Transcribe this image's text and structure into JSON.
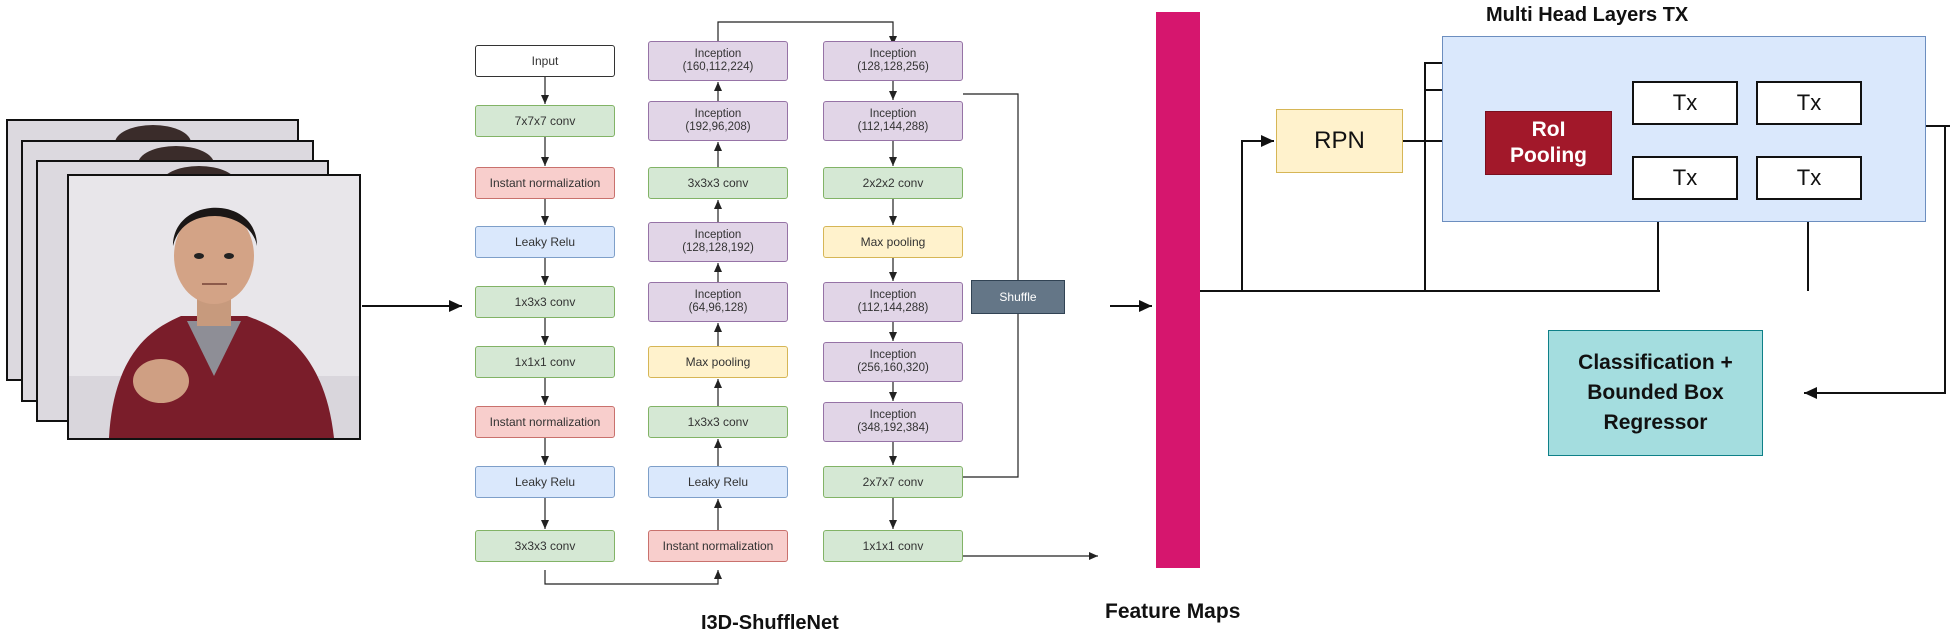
{
  "input_frames": {
    "count": 4,
    "description_icon": "person-video-frame"
  },
  "i3d": {
    "caption": "I3D-ShuffleNet",
    "col1": [
      {
        "label": "Input",
        "color": "white"
      },
      {
        "label": "7x7x7 conv",
        "color": "green"
      },
      {
        "label": "Instant normalization",
        "color": "red"
      },
      {
        "label": "Leaky Relu",
        "color": "blue"
      },
      {
        "label": "1x3x3 conv",
        "color": "green"
      },
      {
        "label": "1x1x1 conv",
        "color": "green"
      },
      {
        "label": "Instant normalization",
        "color": "red"
      },
      {
        "label": "Leaky Relu",
        "color": "blue"
      },
      {
        "label": "3x3x3 conv",
        "color": "green"
      }
    ],
    "col2": [
      {
        "label": "Inception",
        "sub": "(160,112,224)",
        "color": "purple"
      },
      {
        "label": "Inception",
        "sub": "(192,96,208)",
        "color": "purple"
      },
      {
        "label": "3x3x3 conv",
        "color": "green"
      },
      {
        "label": "Inception",
        "sub": "(128,128,192)",
        "color": "purple"
      },
      {
        "label": "Inception",
        "sub": "(64,96,128)",
        "color": "purple"
      },
      {
        "label": "Max pooling",
        "color": "yellow"
      },
      {
        "label": "1x3x3 conv",
        "color": "green"
      },
      {
        "label": "Leaky Relu",
        "color": "blue"
      },
      {
        "label": "Instant normalization",
        "color": "red"
      }
    ],
    "col3": [
      {
        "label": "Inception",
        "sub": "(128,128,256)",
        "color": "purple"
      },
      {
        "label": "Inception",
        "sub": "(112,144,288)",
        "color": "purple"
      },
      {
        "label": "2x2x2 conv",
        "color": "green"
      },
      {
        "label": "Max pooling",
        "color": "yellow"
      },
      {
        "label": "Inception",
        "sub": "(112,144,288)",
        "color": "purple"
      },
      {
        "label": "Inception",
        "sub": "(256,160,320)",
        "color": "purple"
      },
      {
        "label": "Inception",
        "sub": "(348,192,384)",
        "color": "purple"
      },
      {
        "label": "2x7x7 conv",
        "color": "green"
      },
      {
        "label": "1x1x1 conv",
        "color": "green"
      }
    ],
    "shuffle": "Shuffle"
  },
  "feature_maps": {
    "caption": "Feature Maps",
    "color": "#d6166e"
  },
  "heads": {
    "title": "Multi Head Layers TX",
    "rpn": "RPN",
    "roi_pooling": "RoI\nPooling",
    "tx_boxes": [
      "Tx",
      "Tx",
      "Tx",
      "Tx"
    ],
    "output": "Classification +\nBounded Box\nRegressor"
  },
  "colors": {
    "white": "#ffffff",
    "green": "#d5e8d4",
    "red": "#f8cecc",
    "blue": "#dae8fc",
    "purple": "#e1d5e7",
    "yellow": "#fff2cc",
    "panel": "#dae8fc",
    "roi": "#a2182a",
    "output": "#a4dddf"
  }
}
